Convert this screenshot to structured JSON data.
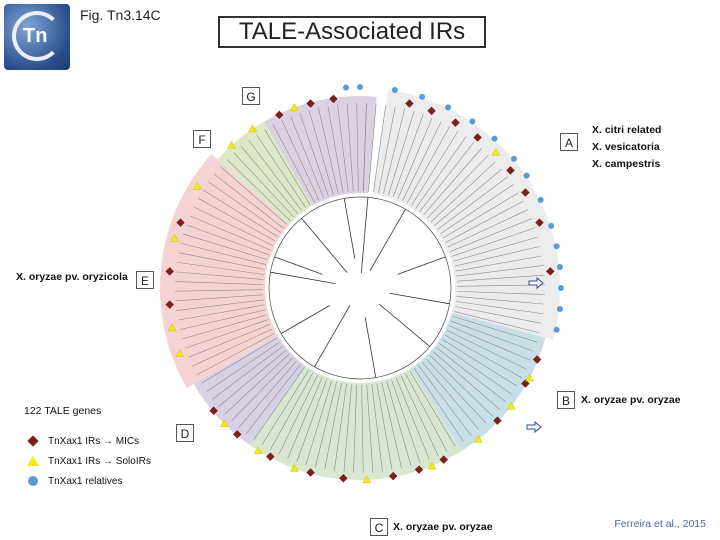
{
  "header": {
    "logo_text": "Tn",
    "fig_label": "Fig. Tn3.14C",
    "title": "TALE-Associated IRs"
  },
  "clades": {
    "A": "A",
    "B": "B",
    "C": "C",
    "D": "D",
    "E": "E",
    "F": "F",
    "G": "G"
  },
  "clade_names": {
    "a_line1": "X. citri related",
    "a_line2": "X. vesicatoria",
    "a_line3": "X. campestris",
    "b": "X. oryzae pv. oryzae",
    "c": "X. oryzae pv. oryzae",
    "e": "X. oryzae pv. oryzicola"
  },
  "legend": {
    "count": "122 TALE genes",
    "items": [
      {
        "label": "TnXax1 IRs → MICs",
        "icon": "diamond-icon",
        "color": "#7b1f1f"
      },
      {
        "label": "TnXax1 IRs → SoloIRs",
        "icon": "triangle-icon",
        "color": "#f2ea1b"
      },
      {
        "label": "TnXax1 relatives",
        "icon": "circle-icon",
        "color": "#5b9bd5"
      }
    ]
  },
  "credit": "Ferreira et al., 2015"
}
